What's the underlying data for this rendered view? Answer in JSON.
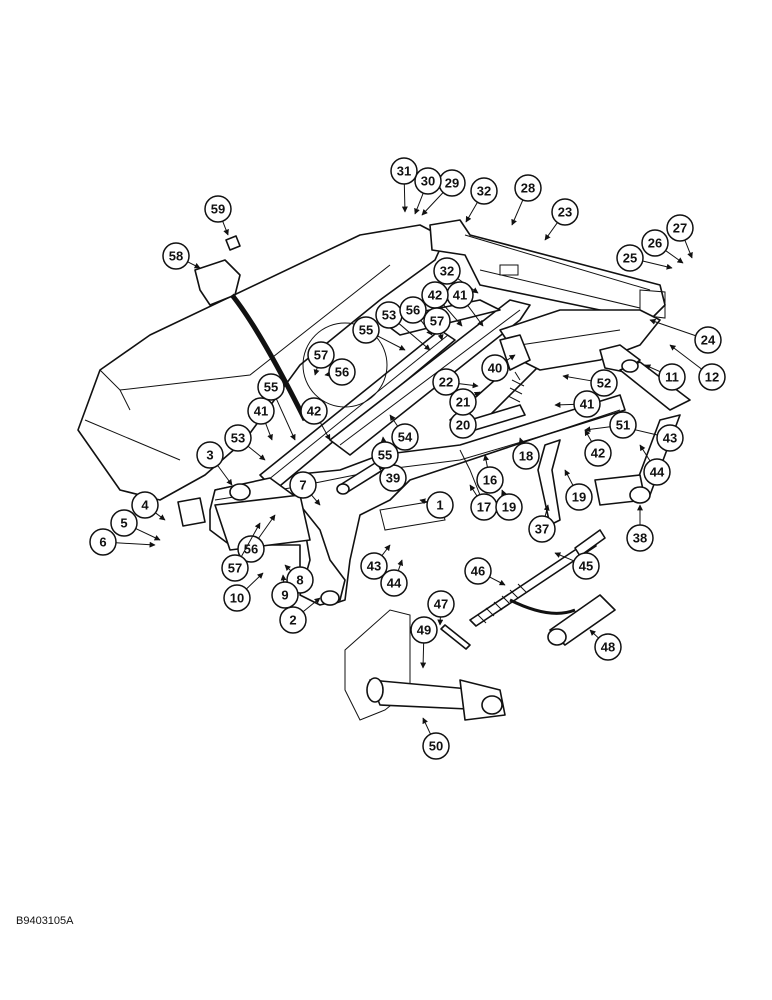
{
  "figure_id": "B9403105A",
  "callouts": [
    "1",
    "2",
    "3",
    "4",
    "5",
    "6",
    "7",
    "8",
    "9",
    "10",
    "11",
    "12",
    "16",
    "17",
    "18",
    "19",
    "19",
    "20",
    "21",
    "22",
    "23",
    "24",
    "25",
    "26",
    "27",
    "28",
    "29",
    "30",
    "31",
    "32",
    "32",
    "37",
    "38",
    "39",
    "40",
    "41",
    "41",
    "41",
    "42",
    "42",
    "42",
    "43",
    "43",
    "44",
    "44",
    "45",
    "46",
    "47",
    "48",
    "49",
    "50",
    "51",
    "52",
    "53",
    "53",
    "54",
    "55",
    "55",
    "55",
    "56",
    "56",
    "56",
    "57",
    "57",
    "57",
    "58",
    "59"
  ]
}
